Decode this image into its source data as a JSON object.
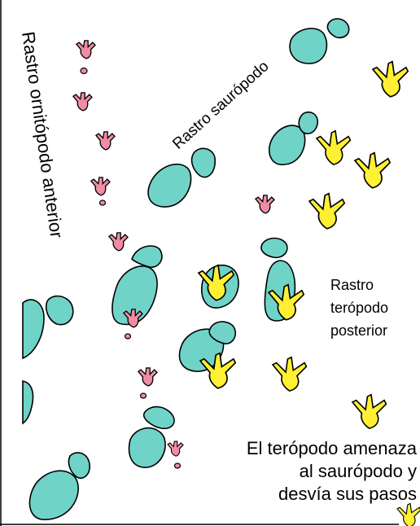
{
  "labels": {
    "ornithopod_trackway": "Rastro ornitópodo anterior",
    "sauropod_trackway": "Rastro saurópodo",
    "theropod_trackway_line1": "Rastro",
    "theropod_trackway_line2": "terópodo",
    "theropod_trackway_line3": "posterior",
    "caption_line1": "El terópodo amenaza",
    "caption_line2": "al saurópodo y",
    "caption_line3": "desvía sus pasos"
  },
  "colors": {
    "sauropod_fill": "#6fd3c8",
    "theropod_fill": "#fff033",
    "ornithopod_fill": "#f08ca3",
    "outline": "#000000"
  },
  "legend_icons": {
    "sauropod": "sauropod-footprint-icon",
    "theropod": "theropod-footprint-icon",
    "ornithopod": "ornithopod-footprint-icon"
  }
}
